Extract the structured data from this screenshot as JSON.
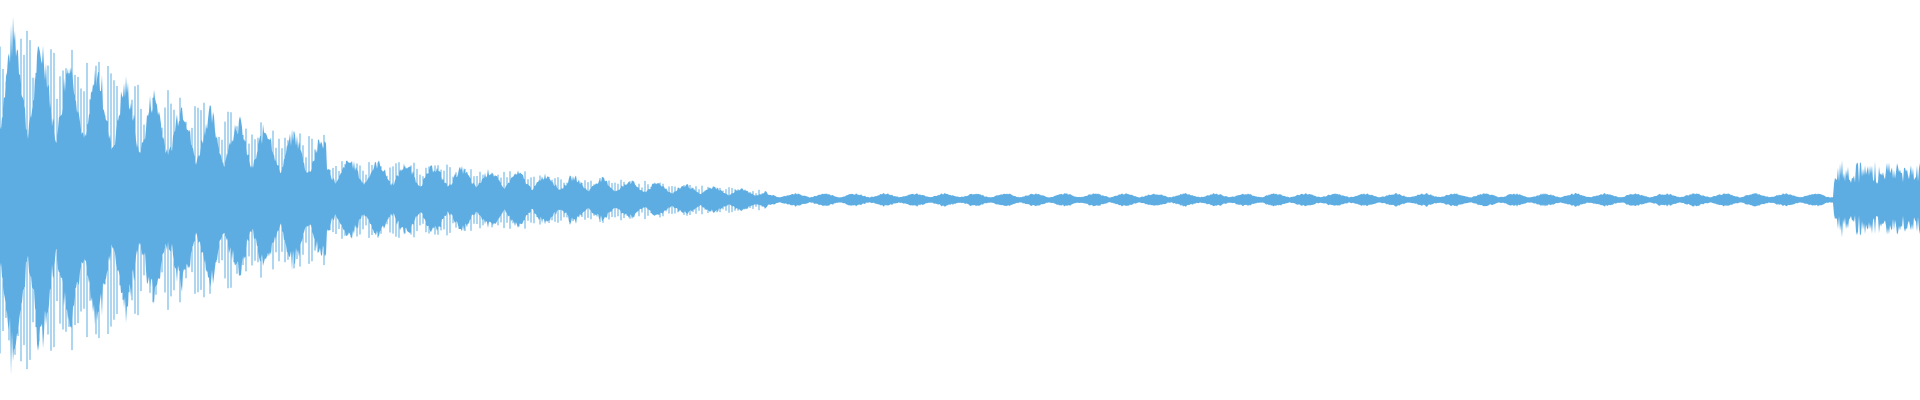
{
  "waveform": {
    "color": "#5DADE2",
    "description_level": "audio-amplitude-envelope",
    "segments": [
      {
        "start": 0.0,
        "end": 0.17,
        "amplitude": 0.95,
        "decay": "strong"
      },
      {
        "start": 0.17,
        "end": 0.4,
        "amplitude": 0.12,
        "decay": "mild"
      },
      {
        "start": 0.4,
        "end": 0.955,
        "amplitude": 0.025,
        "decay": "flat"
      },
      {
        "start": 0.955,
        "end": 1.0,
        "amplitude": 0.22,
        "decay": "flat"
      }
    ]
  }
}
